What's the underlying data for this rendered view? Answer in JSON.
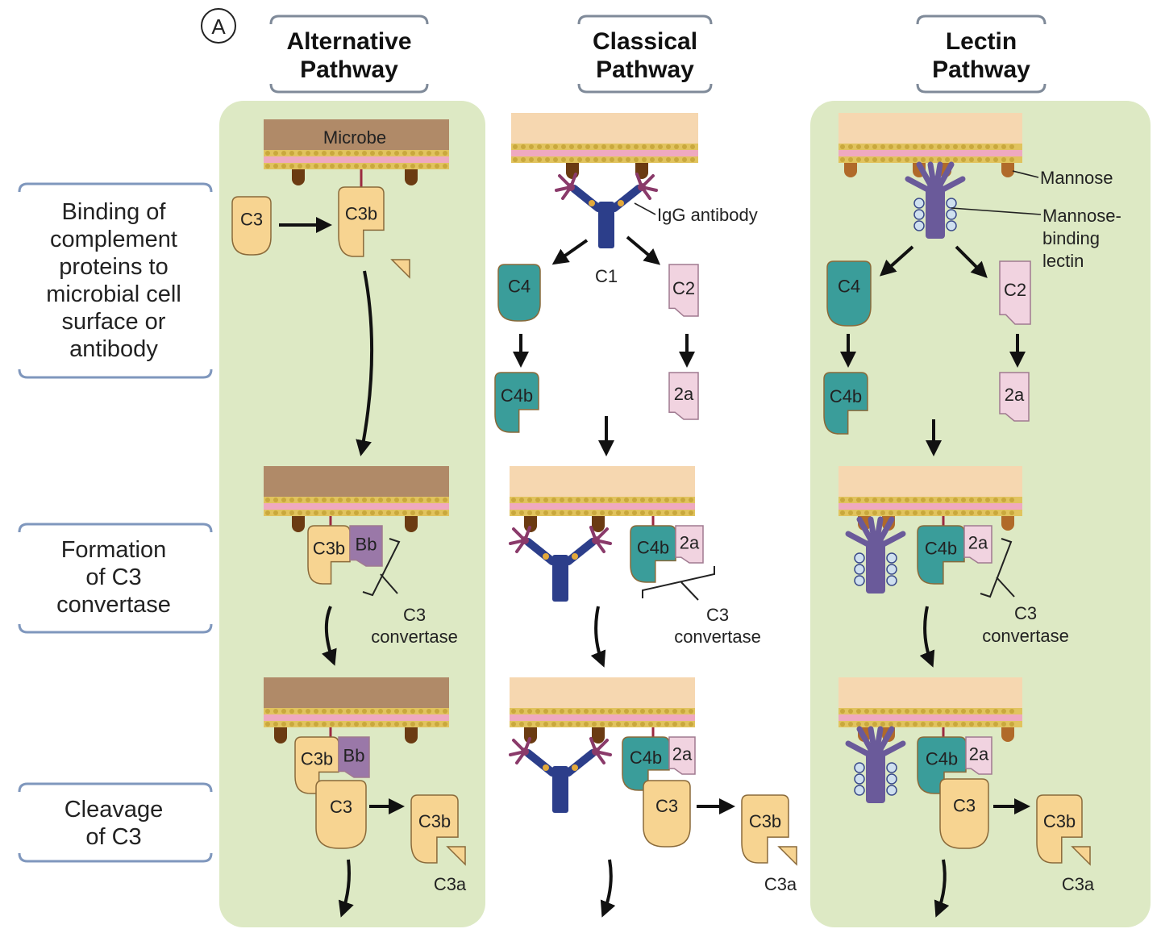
{
  "panel_label": "A",
  "pathways": {
    "alternative": {
      "title_line1": "Alternative",
      "title_line2": "Pathway"
    },
    "classical": {
      "title_line1": "Classical",
      "title_line2": "Pathway"
    },
    "lectin": {
      "title_line1": "Lectin",
      "title_line2": "Pathway"
    }
  },
  "stages": {
    "binding": {
      "lines": [
        "Binding of",
        "complement",
        "proteins to",
        "microbial cell",
        "surface or",
        "antibody"
      ]
    },
    "formation": {
      "lines": [
        "Formation",
        "of C3",
        "convertase"
      ]
    },
    "cleavage": {
      "lines": [
        "Cleavage",
        "of C3"
      ]
    }
  },
  "labels": {
    "microbe": "Microbe",
    "igg_antibody": "IgG antibody",
    "c1": "C1",
    "mannose": "Mannose",
    "mbl_line1": "Mannose-",
    "mbl_line2": "binding",
    "mbl_line3": "lectin",
    "c3_convertase_line1": "C3",
    "c3_convertase_line2": "convertase"
  },
  "components": {
    "c3": "C3",
    "c3b": "C3b",
    "c3a": "C3a",
    "bb": "Bb",
    "c4": "C4",
    "c4b": "C4b",
    "c2": "C2",
    "c2a": "2a"
  },
  "colors": {
    "panel_green": "#dde9c4",
    "c3_fill": "#f7d491",
    "bb_fill": "#9a78a8",
    "c4_fill": "#3a9d9a",
    "c2_fill": "#f1d3e0",
    "antibody_blue": "#2c3e8a",
    "lectin_purple": "#6a5a9a"
  }
}
